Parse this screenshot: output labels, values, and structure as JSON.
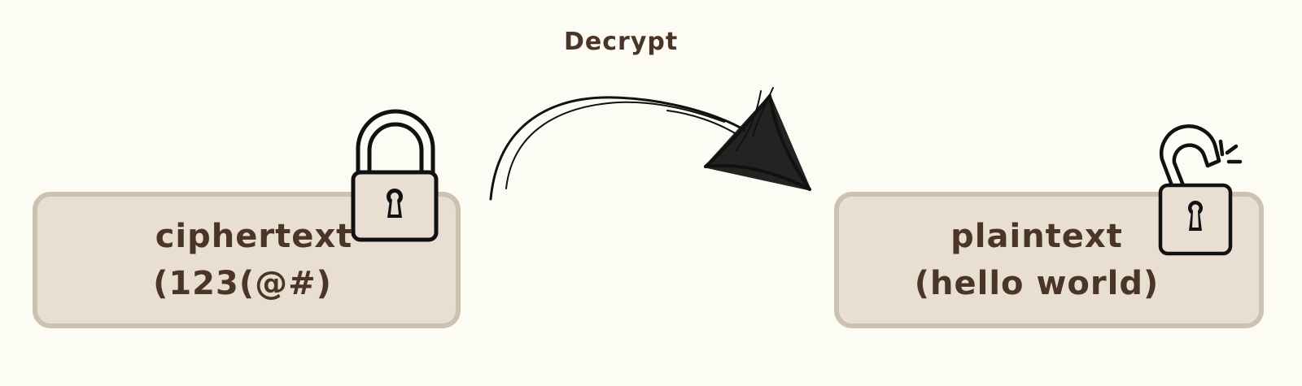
{
  "diagram": {
    "arrow_label": "Decrypt",
    "source": {
      "title": "ciphertext",
      "example": "(123(@#)",
      "icon": "locked-padlock-icon"
    },
    "target": {
      "title": "plaintext",
      "example": "(hello world)",
      "icon": "unlocked-padlock-icon"
    },
    "colors": {
      "background": "#fcfbf4",
      "box_fill": "#e8dfd2",
      "box_border": "#cdc1b0",
      "text": "#4a3526",
      "ink": "#111111"
    }
  }
}
